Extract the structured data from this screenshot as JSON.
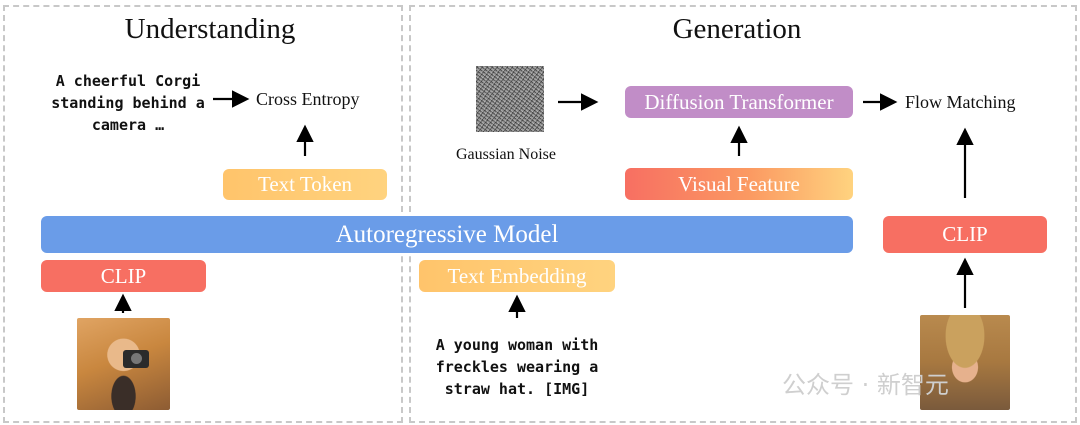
{
  "understanding": {
    "title": "Understanding",
    "input_text": "A cheerful Corgi\nstanding behind a\ncamera …",
    "cross_entropy": "Cross Entropy",
    "text_token": "Text Token",
    "clip": "CLIP"
  },
  "generation": {
    "title": "Generation",
    "gaussian_noise": "Gaussian Noise",
    "diffusion_transformer": "Diffusion Transformer",
    "flow_matching": "Flow Matching",
    "visual_feature": "Visual Feature",
    "text_embedding": "Text Embedding",
    "input_text": "A young woman with\nfreckles wearing a\nstraw hat. [IMG]",
    "clip": "CLIP"
  },
  "model": {
    "label": "Autoregressive Model"
  },
  "watermark": "公众号 · 新智元",
  "colors": {
    "orange": "#ffc46b",
    "red": "#f76f62",
    "purple": "#c18dc7",
    "blue": "#6a9ce8"
  }
}
